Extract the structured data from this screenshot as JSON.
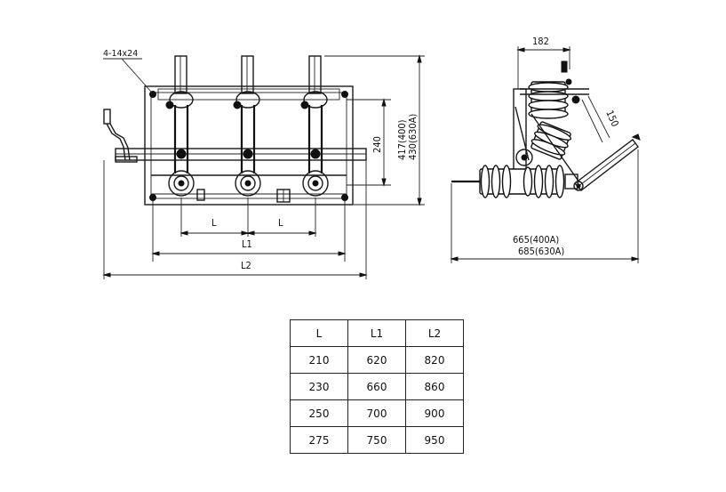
{
  "front_view": {
    "hole_note": "4-14x24",
    "dim_L_left": "L",
    "dim_L_right": "L",
    "dim_L1": "L1",
    "dim_L2": "L2",
    "dim_240": "240",
    "dim_417": "417(400)",
    "dim_430": "430(630A)"
  },
  "side_view": {
    "dim_182": "182",
    "dim_150": "150",
    "dim_665": "665(400A)",
    "dim_685": "685(630A)"
  },
  "table": {
    "headers": [
      "L",
      "L1",
      "L2"
    ],
    "rows": [
      [
        "210",
        "620",
        "820"
      ],
      [
        "230",
        "660",
        "860"
      ],
      [
        "250",
        "700",
        "900"
      ],
      [
        "275",
        "750",
        "950"
      ]
    ]
  }
}
